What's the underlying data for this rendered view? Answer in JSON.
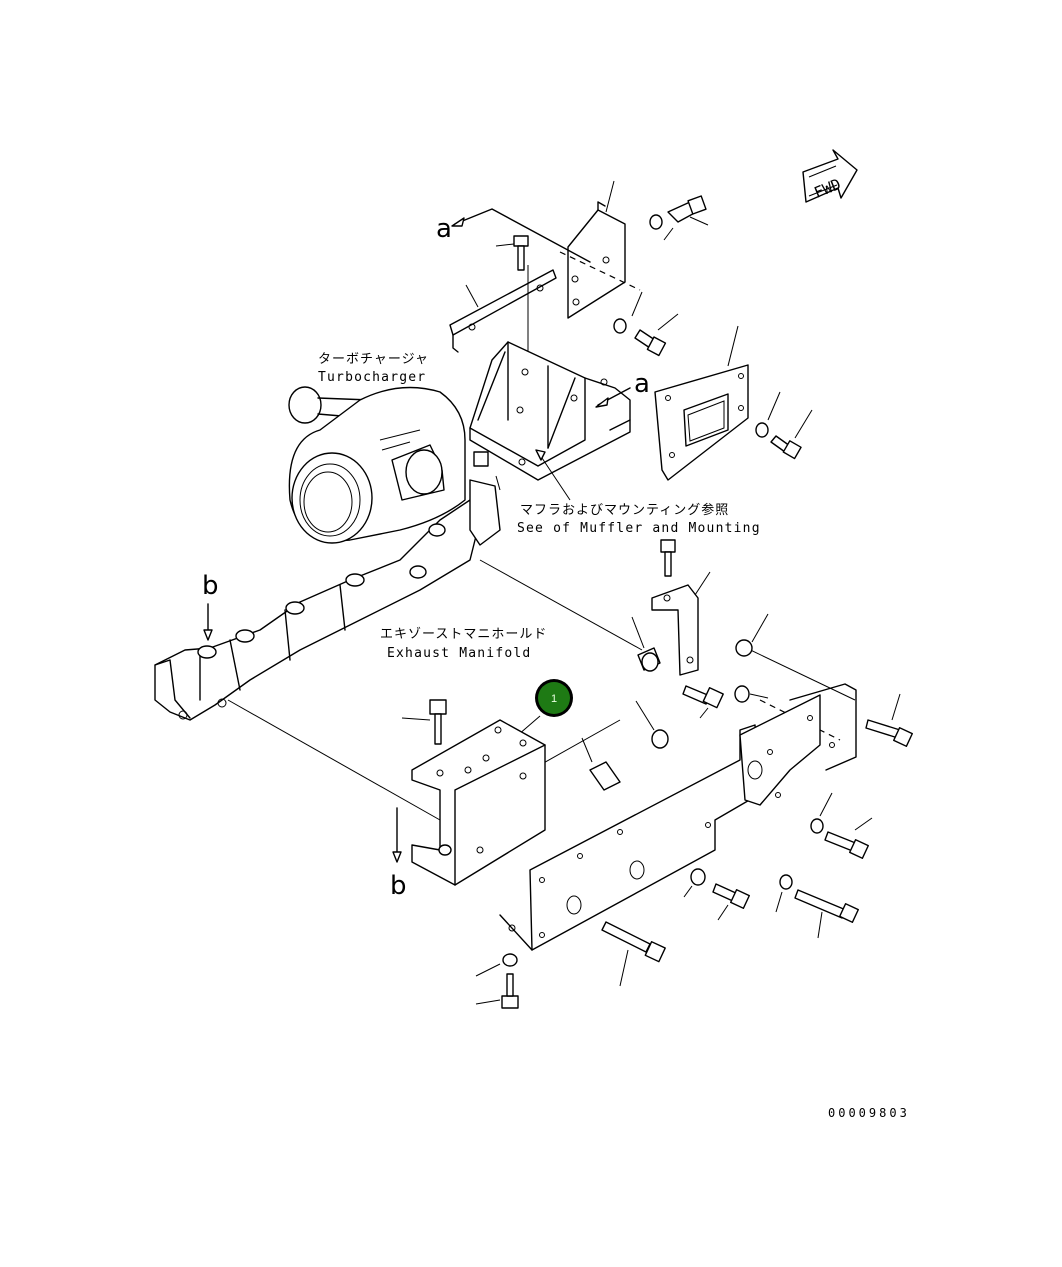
{
  "labels": {
    "turbocharger_jp": "ターボチャージャ",
    "turbocharger_en": "Turbocharger",
    "muffler_jp": "マフラおよびマウンティング参照",
    "muffler_en": "See of Muffler and Mounting",
    "manifold_jp": "エキゾーストマニホールド",
    "manifold_en": "Exhaust Manifold",
    "ref_a_top": "a",
    "ref_a_right": "a",
    "ref_b_top": "b",
    "ref_b_bottom": "b",
    "fwd": "FWD",
    "drawing_code": "00009803"
  },
  "callouts": [
    {
      "number": "1",
      "color": "#1e7a14"
    }
  ]
}
